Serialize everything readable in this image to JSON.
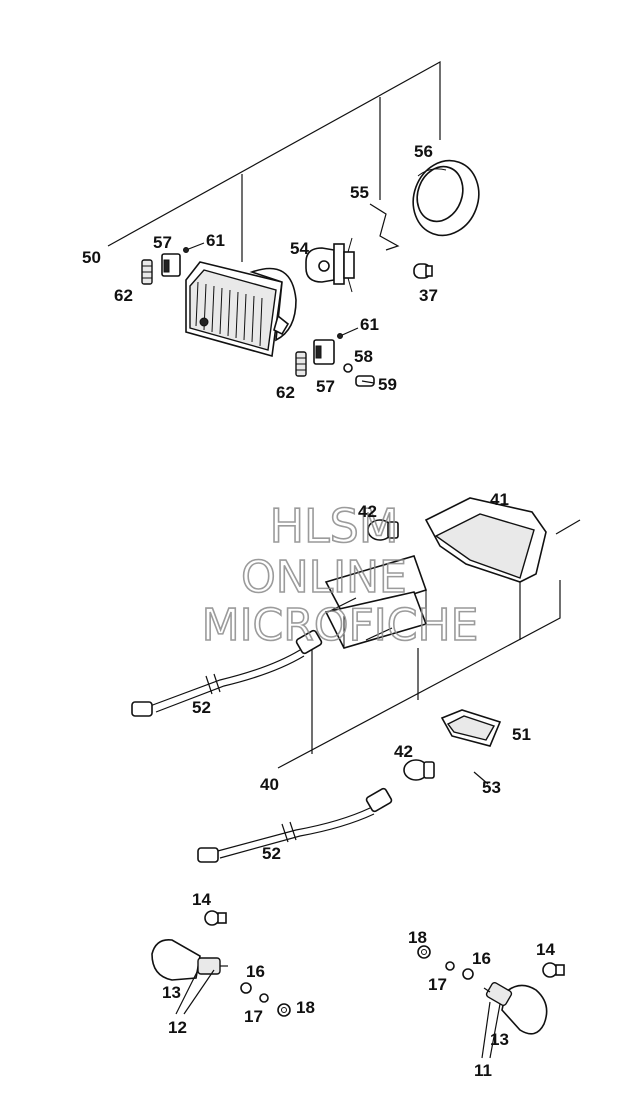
{
  "watermark": {
    "line1": "HLSM",
    "line2": "ONLINE",
    "line3": "MICROFICHE"
  },
  "labels": {
    "p50": "50",
    "p57a": "57",
    "p61a": "61",
    "p62a": "62",
    "p54": "54",
    "p55": "55",
    "p56": "56",
    "p37": "37",
    "p61b": "61",
    "p58": "58",
    "p59": "59",
    "p62b": "62",
    "p57b": "57",
    "p42a": "42",
    "p41": "41",
    "p52a": "52",
    "p51": "51",
    "p42b": "42",
    "p40": "40",
    "p53": "53",
    "p52b": "52",
    "p14a": "14",
    "p16a": "16",
    "p13a": "13",
    "p12": "12",
    "p17a": "17",
    "p18a": "18",
    "p18b": "18",
    "p16b": "16",
    "p14b": "14",
    "p17b": "17",
    "p13b": "13",
    "p11": "11"
  }
}
